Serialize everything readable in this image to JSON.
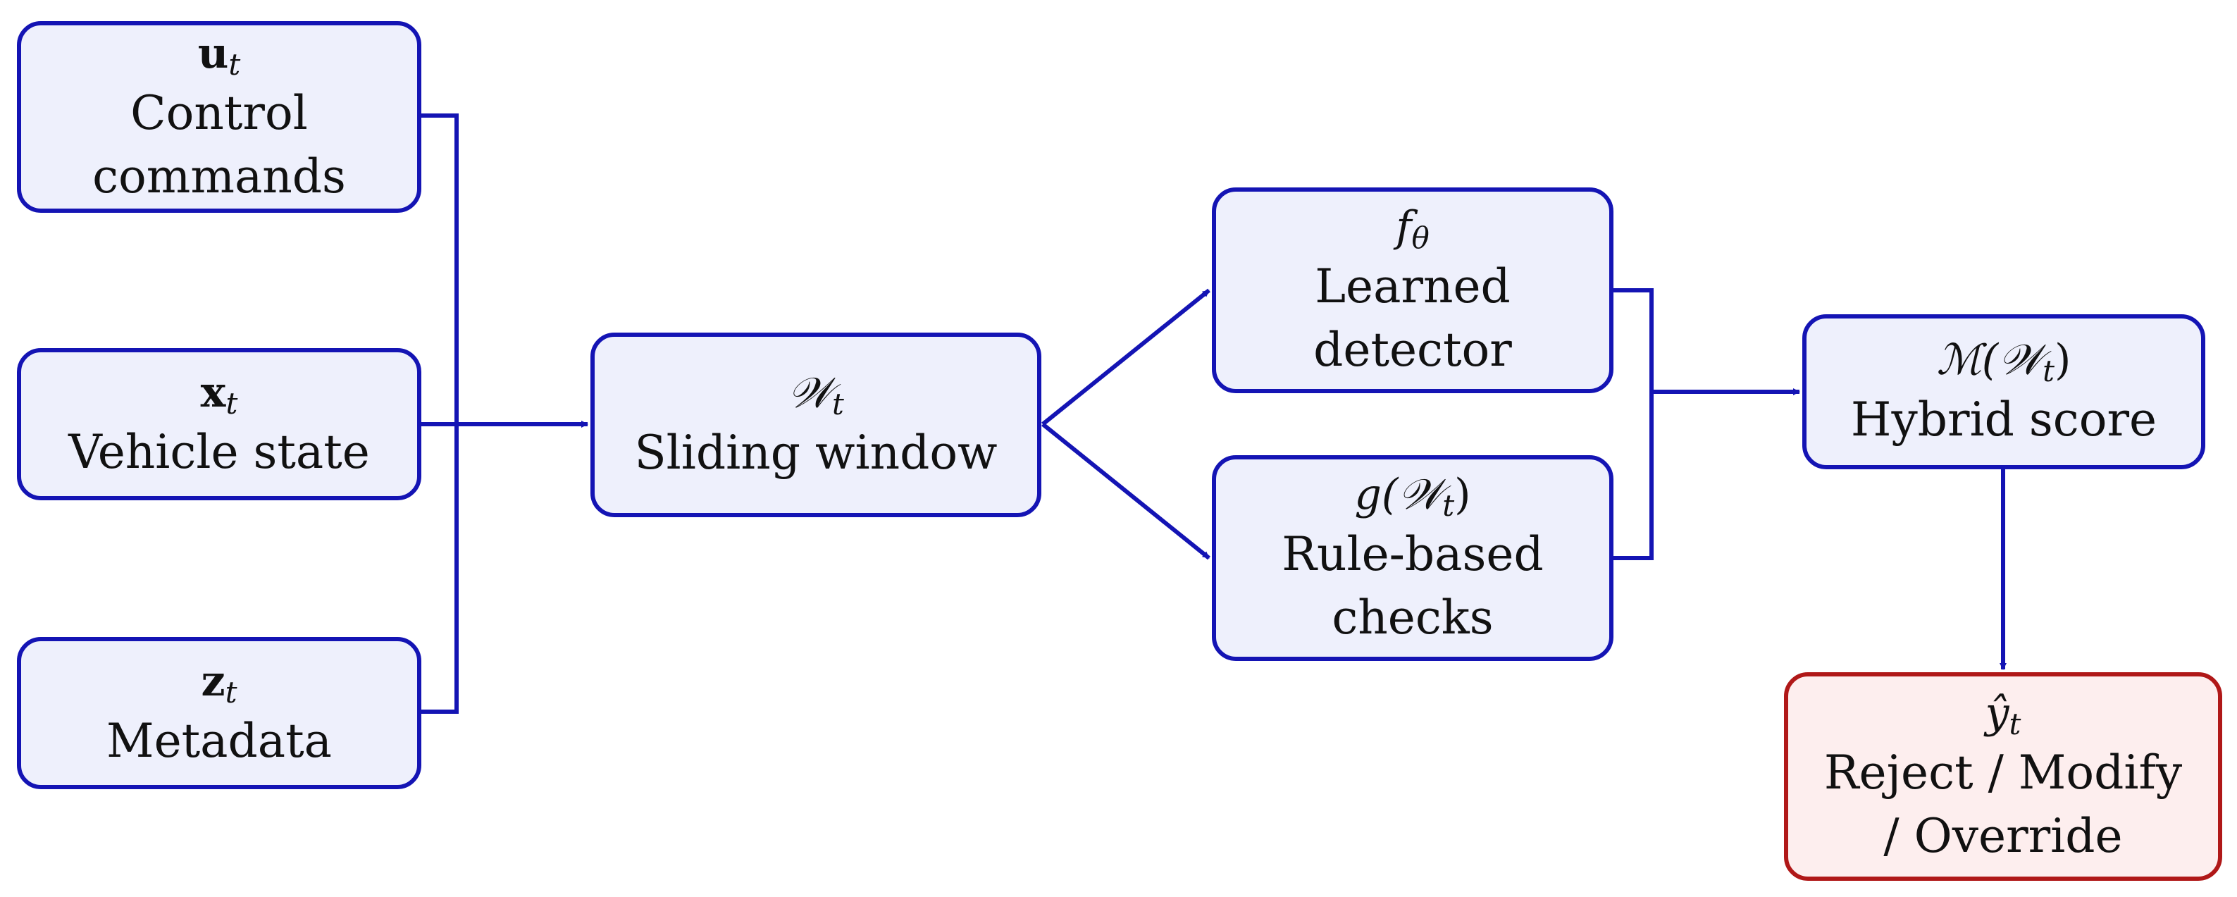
{
  "nodes": {
    "control": {
      "symbol": "u",
      "subscript": "t",
      "label": "Control\ncommands"
    },
    "state": {
      "symbol": "x",
      "subscript": "t",
      "label": "Vehicle state"
    },
    "meta": {
      "symbol": "z",
      "subscript": "t",
      "label": "Metadata"
    },
    "window": {
      "symbol": "𝒲",
      "subscript": "t",
      "label": "Sliding window"
    },
    "learned": {
      "symbol": "f",
      "subscript": "θ",
      "label": "Learned\ndetector"
    },
    "rules": {
      "symbol_pre": "g(",
      "symbol": "𝒲",
      "subscript": "t",
      "symbol_post": ")",
      "label": "Rule-based\nchecks"
    },
    "hybrid": {
      "symbol_pre": "ℳ(",
      "symbol": "𝒲",
      "subscript": "t",
      "symbol_post": ")",
      "label": "Hybrid score"
    },
    "decision": {
      "symbol": "ŷ",
      "subscript": "t",
      "label": "Reject / Modify\n/ Override"
    }
  },
  "colors": {
    "stroke": "#1414b4",
    "fill": "#eef0fc",
    "output_stroke": "#b01818",
    "output_fill": "#fdeeee"
  }
}
